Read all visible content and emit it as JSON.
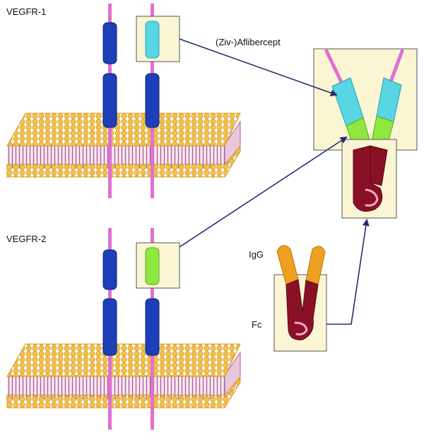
{
  "labels": {
    "vegfr1": "VEGFR-1",
    "vegfr2": "VEGFR-2",
    "aflibercept": "(Ziv-)Aflibercept",
    "igg": "IgG",
    "fc": "Fc"
  },
  "colors": {
    "membrane_head": "#f4c24a",
    "membrane_tail": "#c06ca6",
    "receptor_domain": "#1d3fb8",
    "receptor_stalk": "#e070d0",
    "vegfr1_ligand_domain": "#58d6e4",
    "vegfr2_ligand_domain": "#8fe840",
    "fc_region": "#8a1026",
    "igg_fab": "#f0a020",
    "highlight_box": "#faf6d4",
    "arrow": "#2a2a70"
  }
}
